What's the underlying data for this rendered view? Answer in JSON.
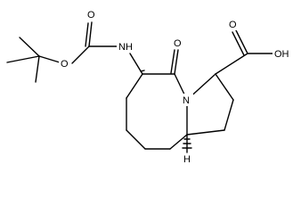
{
  "molecule": {
    "labels": {
      "carbamate_carbonyl_O": "O",
      "carbamate_ether_O": "O",
      "amide_NH": "NH",
      "lactam_O": "O",
      "acid_carbonyl_O": "O",
      "acid_OH": "OH",
      "ring_N": "N",
      "bridgehead_H": "H"
    }
  },
  "colors": {
    "bond": "#000000",
    "text": "#000000",
    "background": "#ffffff"
  }
}
